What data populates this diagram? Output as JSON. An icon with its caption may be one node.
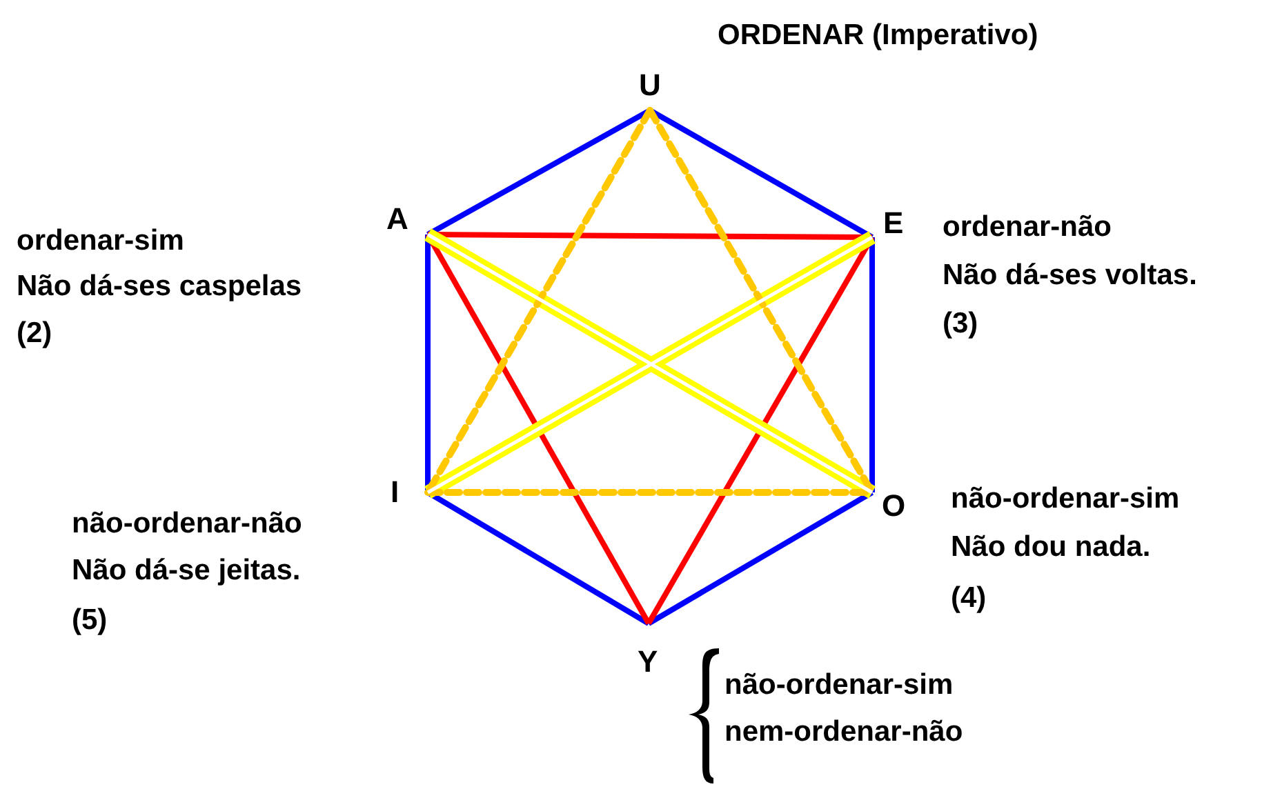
{
  "diagram": {
    "nodes": [
      {
        "text": [
          "U"
        ],
        "beside": [
          "ORDENAR (Imperativo)"
        ]
      },
      {
        "text": [
          "A"
        ],
        "beside": [
          "ordenar-sim",
          "Não dá-ses caspelas",
          "(2)"
        ]
      },
      {
        "text": [
          "E"
        ],
        "beside": [
          "ordenar-não",
          "Não dá-ses voltas.",
          "(3)"
        ]
      },
      {
        "text": [
          "I"
        ],
        "beside": [
          "não-ordenar-não",
          "Não dá-se jeitas.",
          "(5)"
        ]
      },
      {
        "text": [
          "O"
        ],
        "beside": [
          "não-ordenar-sim",
          "Não dou nada.",
          "(4)"
        ]
      },
      {
        "text": [
          "Y"
        ],
        "beside": [
          "não-ordenar-sim",
          "nem-ordenar-não"
        ]
      }
    ],
    "edges": [
      {
        "from": 0,
        "to": 1,
        "arrow": "none"
      },
      {
        "from": 0,
        "to": 2,
        "arrow": "none"
      },
      {
        "from": 1,
        "to": 3,
        "arrow": "none"
      },
      {
        "from": 2,
        "to": 4,
        "arrow": "none"
      },
      {
        "from": 3,
        "to": 5,
        "arrow": "none"
      },
      {
        "from": 4,
        "to": 5,
        "arrow": "none"
      },
      {
        "from": 1,
        "to": 2,
        "arrow": "none",
        "color": "#ff0000"
      },
      {
        "from": 1,
        "to": 5,
        "arrow": "none",
        "color": "#ff0000"
      },
      {
        "from": 2,
        "to": 5,
        "arrow": "none",
        "color": "#ff0000"
      },
      {
        "from": 1,
        "to": 4,
        "arrow": "none",
        "style": "thick",
        "color": "#ffff00"
      },
      {
        "from": 2,
        "to": 3,
        "arrow": "none",
        "style": "thick",
        "color": "#ffff00"
      },
      {
        "from": 0,
        "to": 3,
        "arrow": "none",
        "style": "dashed",
        "color": "#ffc800"
      },
      {
        "from": 0,
        "to": 4,
        "arrow": "none",
        "style": "dashed",
        "color": "#ffc800"
      },
      {
        "from": 3,
        "to": 4,
        "arrow": "none",
        "style": "dashed",
        "color": "#ffc800"
      }
    ]
  }
}
